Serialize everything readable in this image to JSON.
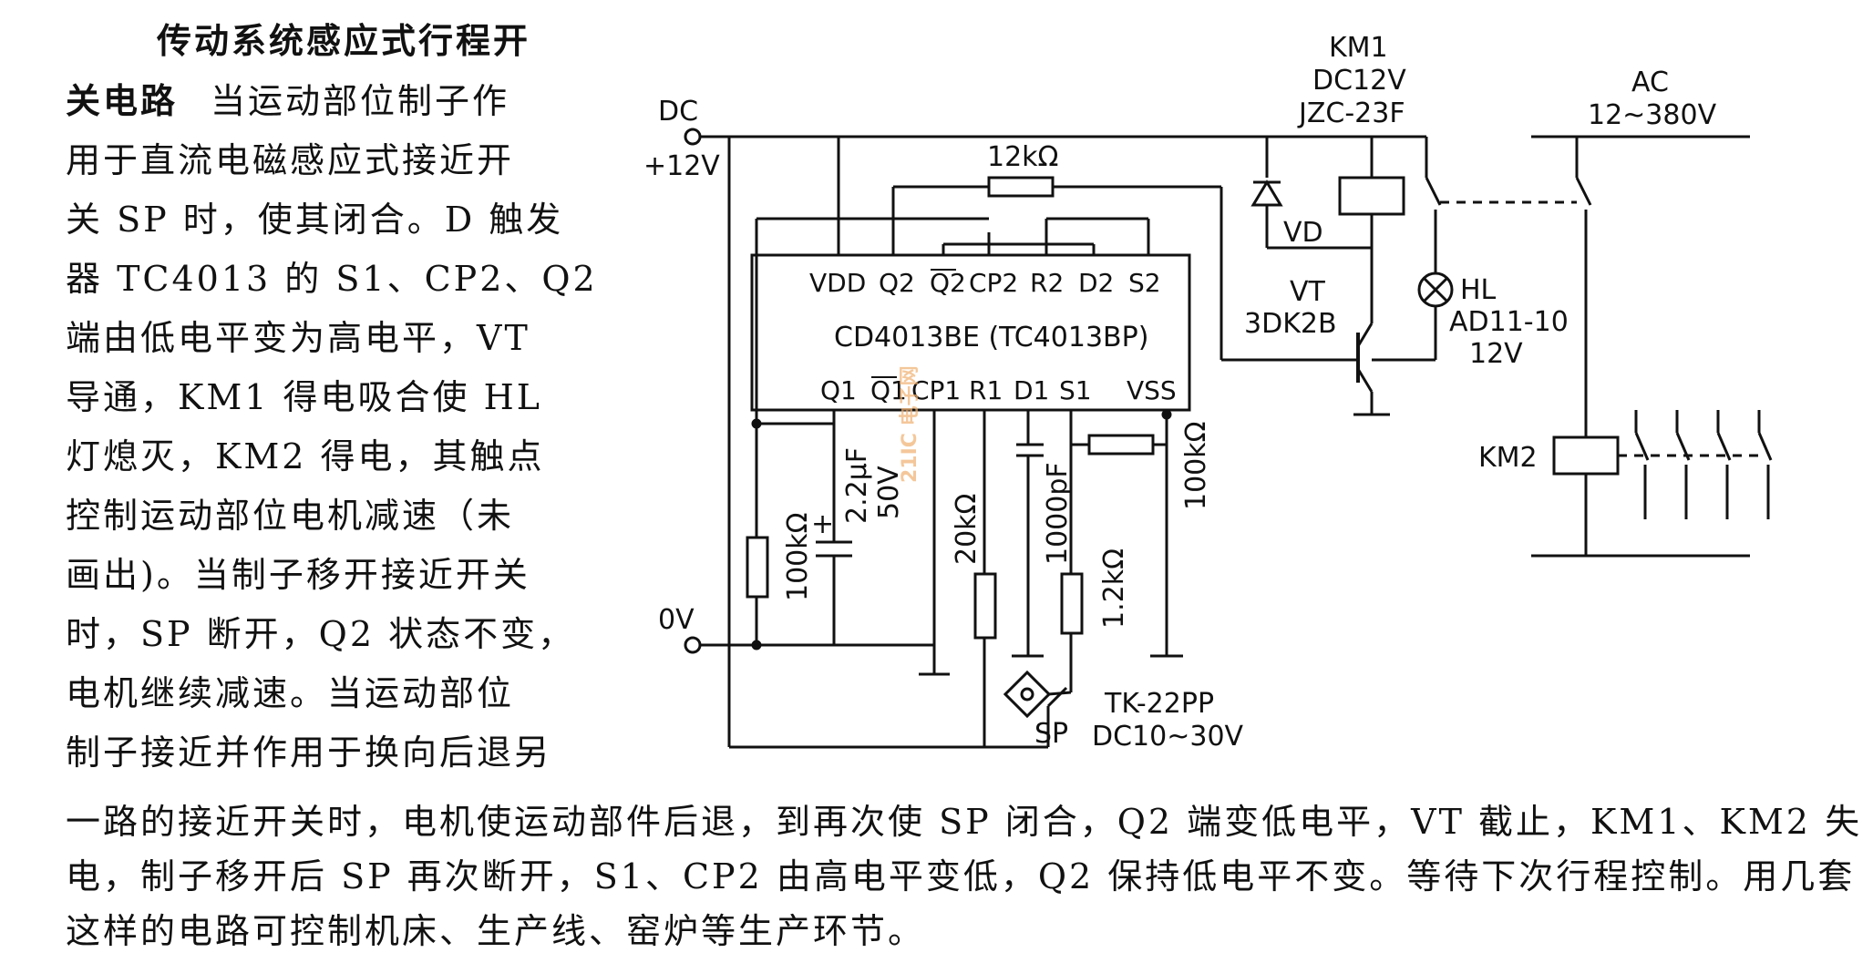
{
  "text": {
    "title": "传动系统感应式行程开",
    "title_line2": "关电路",
    "line2_rest": "当运动部位制子作",
    "lines": [
      "用于直流电磁感应式接近开",
      "关 SP 时，使其闭合。D 触发",
      "器 TC4013 的 S1、CP2、Q2",
      "端由低电平变为高电平，VT",
      "导通，KM1 得电吸合使 HL",
      "灯熄灭，KM2 得电，其触点",
      "控制运动部位电机减速（未",
      "画出)。当制子移开接近开关",
      "时，SP 断开，Q2 状态不变，",
      "电机继续减速。当运动部位",
      "制子接近并作用于换向后退另"
    ],
    "bottom": [
      "一路的接近开关时，电机使运动部件后退，到再次使 SP 闭合，Q2 端变低电平，VT 截止，KM1、KM2 失",
      "电，制子移开后 SP 再次断开，S1、CP2 由高电平变低，Q2 保持低电平不变。等待下次行程控制。用几套",
      "这样的电路可控制机床、生产线、窑炉等生产环节。"
    ]
  },
  "circuit": {
    "dc": "DC",
    "dc_v": "+12V",
    "zero": "0V",
    "r_top": "12kΩ",
    "chip": "CD4013BE (TC4013BP)",
    "pins_top": [
      "VDD",
      "Q2",
      "Q2",
      "CP2",
      "R2",
      "D2",
      "S2"
    ],
    "pins_bottom": [
      "Q1",
      "Q1",
      "CP1",
      "R1",
      "D1",
      "S1",
      "VSS"
    ],
    "r100_left": "100kΩ",
    "cap": "2.2μF",
    "cap_v": "50V",
    "r20": "20kΩ",
    "c1000": "1000pF",
    "r12": "1.2kΩ",
    "r100_right": "100kΩ",
    "km1": "KM1",
    "km1_v": "DC12V",
    "km1_t": "JZC-23F",
    "vd": "VD",
    "vt": "VT",
    "vt_t": "3DK2B",
    "hl": "HL",
    "hl_t": "AD11-10",
    "hl_v": "12V",
    "ac": "AC",
    "ac_v": "12~380V",
    "km2": "KM2",
    "sp": "SP",
    "tk": "TK-22PP",
    "tk_v": "DC10~30V",
    "watermark": "21IC 电子网"
  }
}
